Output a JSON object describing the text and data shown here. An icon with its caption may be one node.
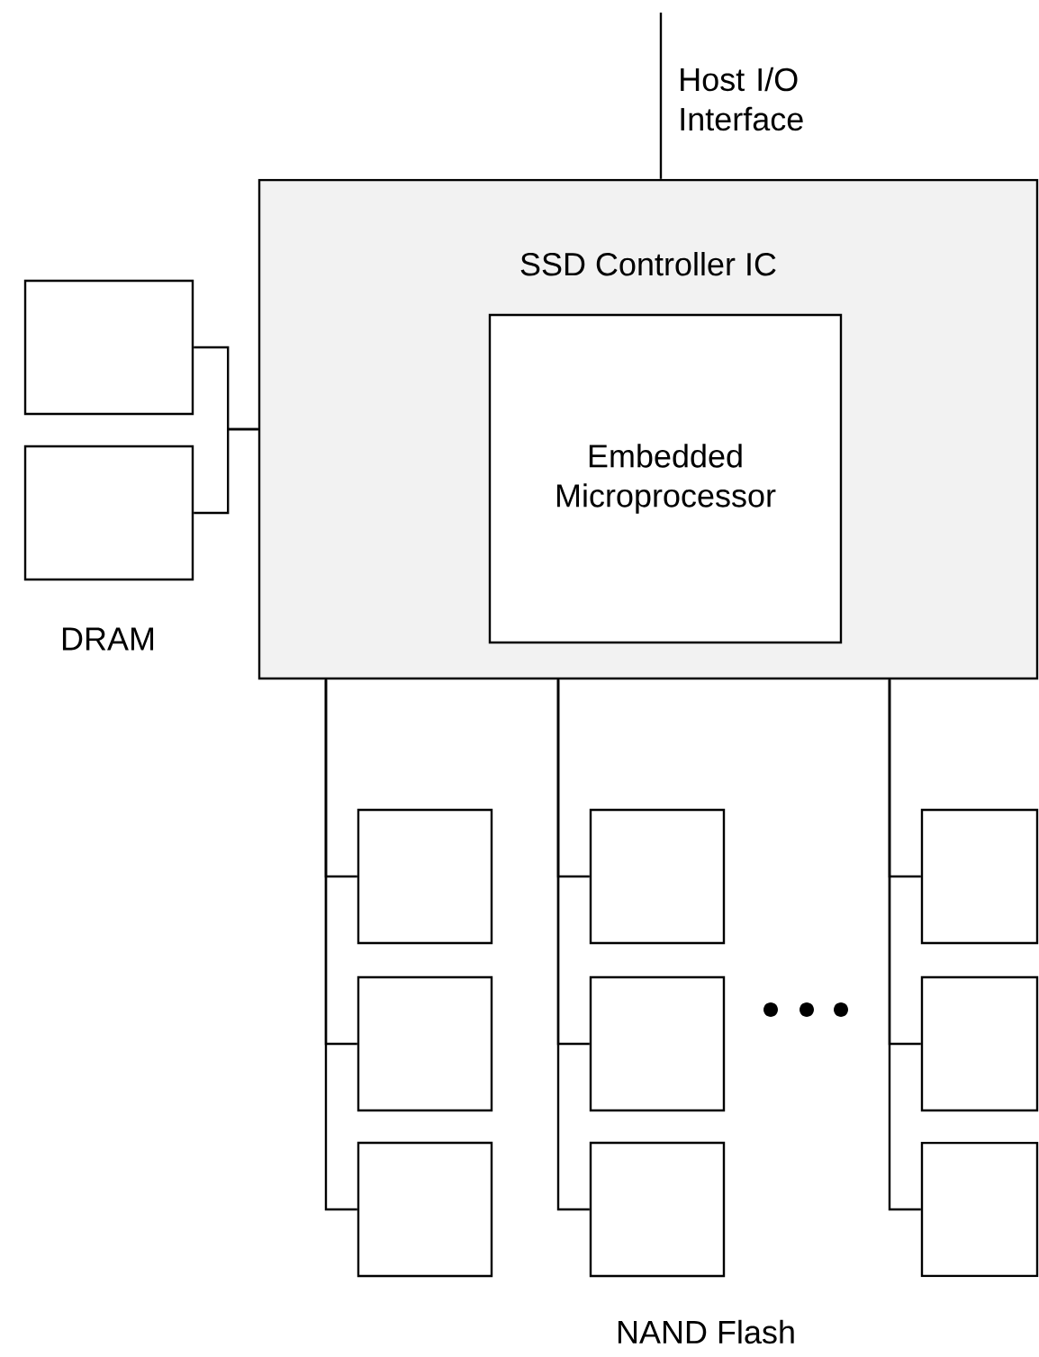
{
  "diagram": {
    "nodes": [
      {
        "text": [
          "SSD Controller IC"
        ]
      },
      {
        "text": [
          "Embedded Microprocessor"
        ],
        "in": 0
      },
      {
        "text": [],
        "shape": "box"
      },
      {
        "text": [],
        "shape": "box"
      },
      {
        "text": [],
        "shape": "box"
      },
      {
        "text": [],
        "shape": "box"
      },
      {
        "text": [],
        "shape": "box"
      },
      {
        "text": [],
        "shape": "box"
      },
      {
        "text": [],
        "shape": "box"
      },
      {
        "text": [],
        "shape": "box"
      },
      {
        "text": [],
        "shape": "box"
      },
      {
        "text": [],
        "shape": "box"
      },
      {
        "text": [],
        "shape": "box"
      }
    ],
    "edges": [
      {
        "from": null,
        "to": 0,
        "arrow": "none",
        "label": "Host I/O Interface"
      },
      {
        "from": 2,
        "to": 0,
        "arrow": "none"
      },
      {
        "from": 3,
        "to": 0,
        "arrow": "none"
      },
      {
        "from": 4,
        "to": 0,
        "arrow": "none"
      },
      {
        "from": 5,
        "to": 0,
        "arrow": "none"
      },
      {
        "from": 6,
        "to": 0,
        "arrow": "none"
      },
      {
        "from": 7,
        "to": 0,
        "arrow": "none"
      },
      {
        "from": 8,
        "to": 0,
        "arrow": "none"
      },
      {
        "from": 9,
        "to": 0,
        "arrow": "none"
      },
      {
        "from": 10,
        "to": 0,
        "arrow": "none"
      },
      {
        "from": 11,
        "to": 0,
        "arrow": "none"
      },
      {
        "from": 12,
        "to": 0,
        "arrow": "none"
      }
    ],
    "labels": [
      "DRAM",
      "NAND Flash"
    ]
  }
}
